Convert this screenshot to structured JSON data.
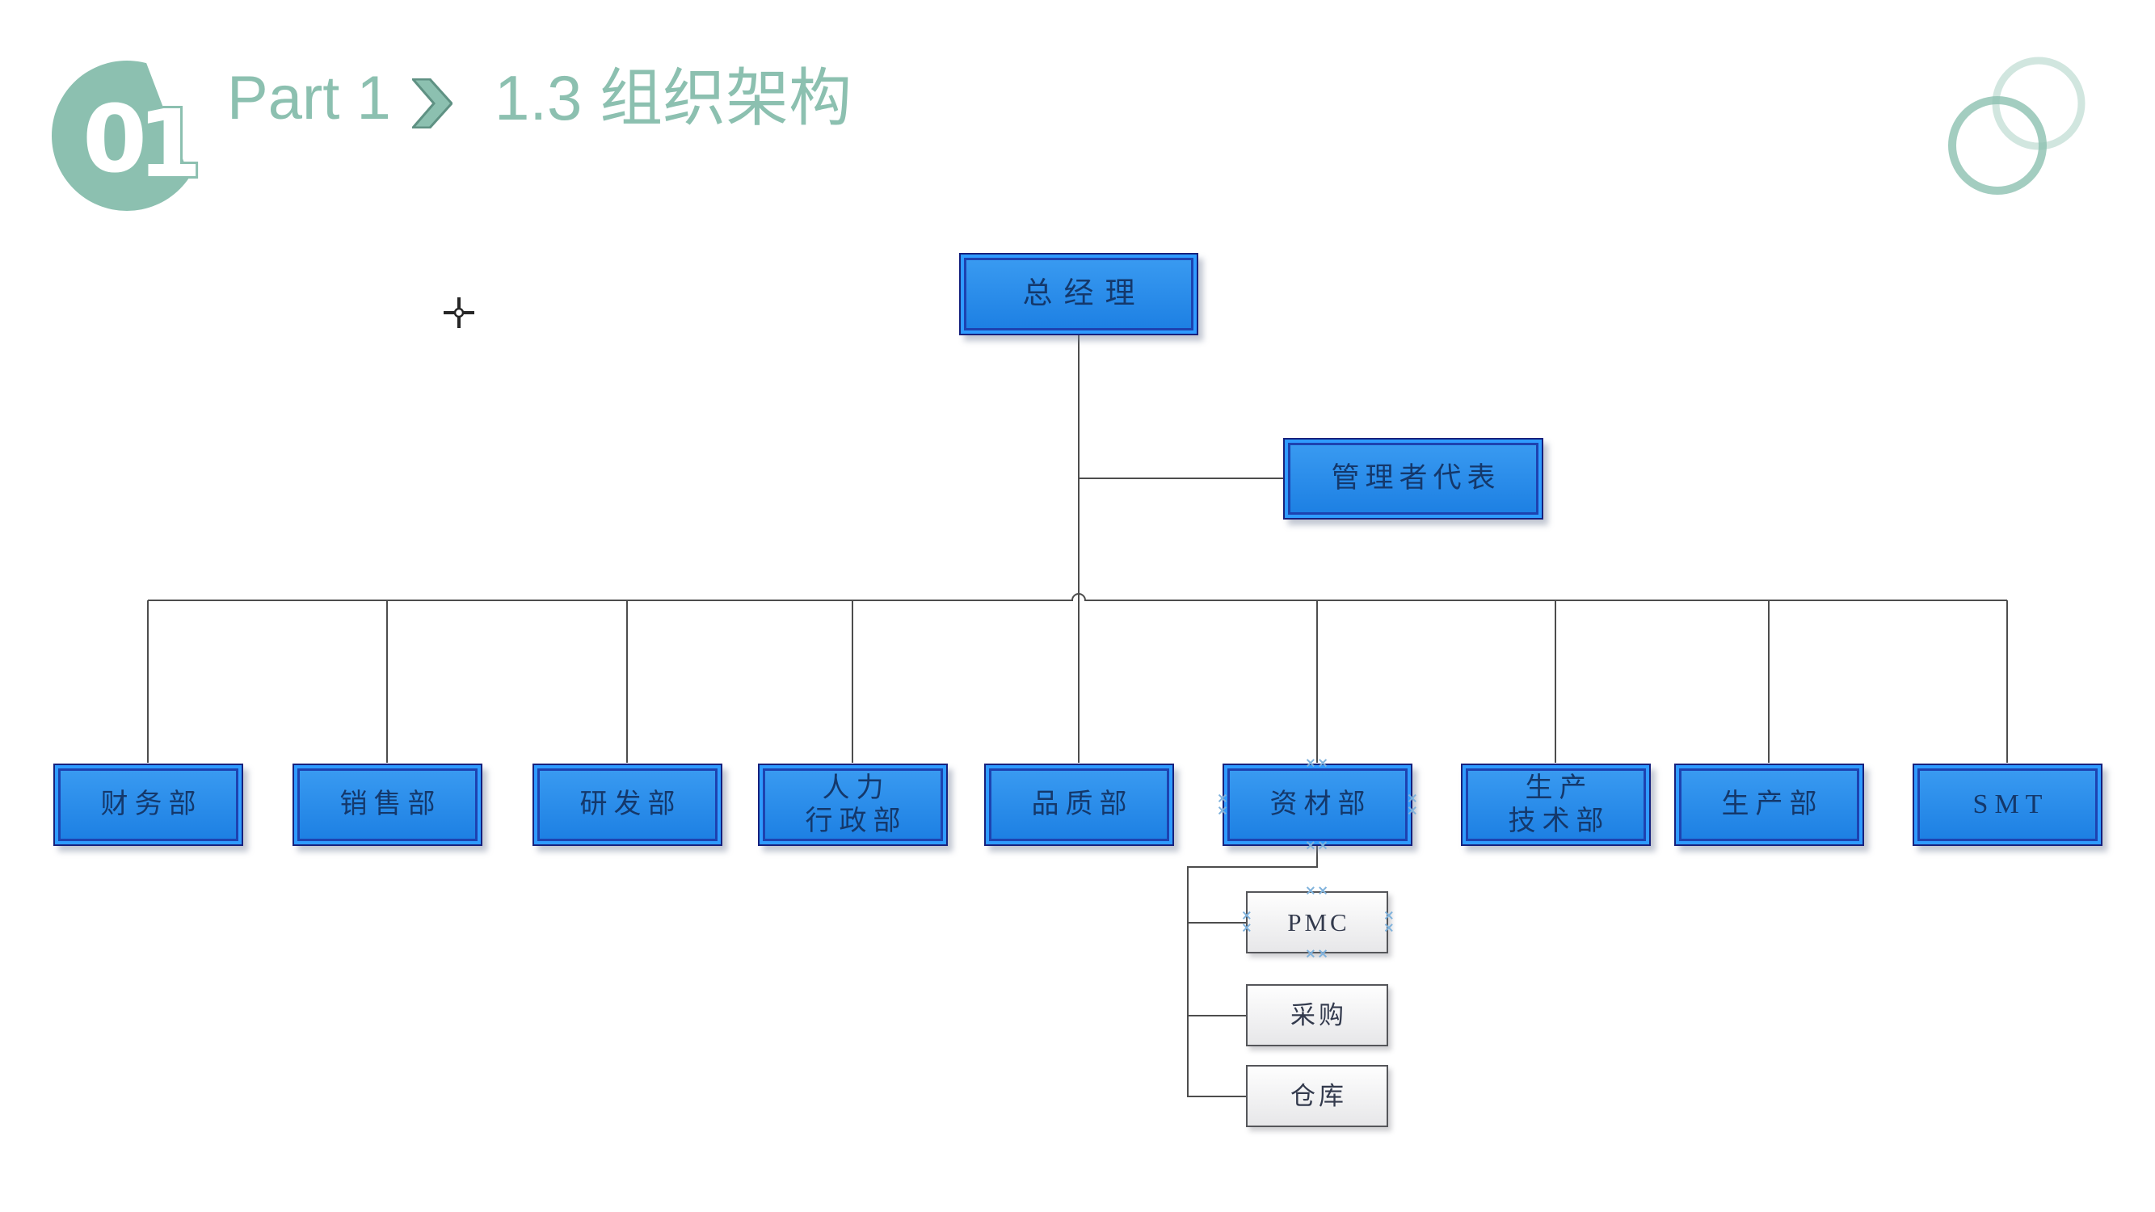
{
  "header": {
    "badge_number": "01",
    "badge_digits": [
      "0",
      "1"
    ],
    "part_label": "Part 1",
    "section_label": "1.3 组织架构"
  },
  "org_chart": {
    "type": "org-tree",
    "root": {
      "label": "总经理"
    },
    "assistant": {
      "label": "管理者代表"
    },
    "departments": [
      {
        "label": "财务部"
      },
      {
        "label": "销售部"
      },
      {
        "label": "研发部"
      },
      {
        "label": "人力\n行政部"
      },
      {
        "label": "品质部"
      },
      {
        "label": "资材部"
      },
      {
        "label": "生产\n技术部"
      },
      {
        "label": "生产部"
      },
      {
        "label": "SMT"
      }
    ],
    "materials_children": [
      {
        "label": "PMC"
      },
      {
        "label": "采购"
      },
      {
        "label": "仓库"
      }
    ]
  },
  "colors": {
    "accent": "#8cc0b0",
    "accent_dark": "#5f9183",
    "line": "#4d4d4d",
    "node_fill_top": "#3b9cf2",
    "node_fill_bottom": "#1b7ee2",
    "node_border": "#17217d",
    "node_band": "#2f9bff",
    "node_inner_ring": "#1d42b0",
    "node_text": "#14386b",
    "sub_border": "#55565a",
    "sub_text": "#333a4d",
    "handle": "#7fb2dc"
  }
}
